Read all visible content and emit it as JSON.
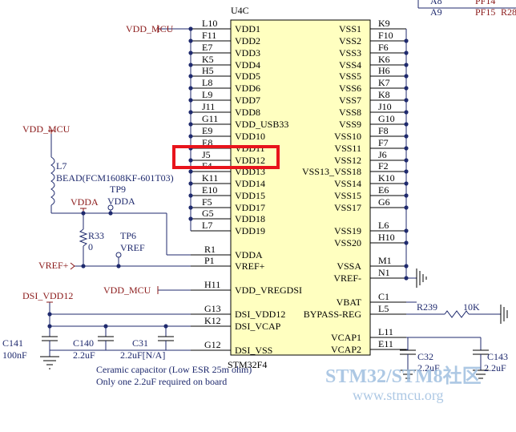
{
  "component": {
    "ref": "U4C",
    "part": "STM32F4",
    "left_pins": [
      {
        "num": "L10",
        "name": "VDD1"
      },
      {
        "num": "F11",
        "name": "VDD2"
      },
      {
        "num": "E7",
        "name": "VDD3"
      },
      {
        "num": "K5",
        "name": "VDD4"
      },
      {
        "num": "H5",
        "name": "VDD5"
      },
      {
        "num": "L8",
        "name": "VDD6"
      },
      {
        "num": "L9",
        "name": "VDD7"
      },
      {
        "num": "J11",
        "name": "VDD8"
      },
      {
        "num": "G11",
        "name": "VDD_USB33"
      },
      {
        "num": "E9",
        "name": "VDD10"
      },
      {
        "num": "E8",
        "name": "VDD11"
      },
      {
        "num": "J5",
        "name": "VDD12"
      },
      {
        "num": "F4",
        "name": "VDD13"
      },
      {
        "num": "K11",
        "name": "VDD14"
      },
      {
        "num": "E10",
        "name": "VDD15"
      },
      {
        "num": "F5",
        "name": "VDD17"
      },
      {
        "num": "G5",
        "name": "VDD18"
      },
      {
        "num": "L7",
        "name": "VDD19"
      }
    ],
    "left_pins_lower": [
      {
        "num": "R1",
        "name": "VDDA"
      },
      {
        "num": "P1",
        "name": "VREF+"
      },
      {
        "num": "H11",
        "name": "VDD_VREGDSI"
      },
      {
        "num": "G13",
        "name": "DSI_VDD12"
      },
      {
        "num": "K12",
        "name": "DSI_VCAP"
      },
      {
        "num": "G12",
        "name": "DSI_VSS"
      }
    ],
    "right_pins": [
      {
        "num": "K9",
        "name": "VSS1"
      },
      {
        "num": "F10",
        "name": "VSS2"
      },
      {
        "num": "F6",
        "name": "VSS3"
      },
      {
        "num": "K6",
        "name": "VSS4"
      },
      {
        "num": "H6",
        "name": "VSS5"
      },
      {
        "num": "K7",
        "name": "VSS6"
      },
      {
        "num": "K8",
        "name": "VSS7"
      },
      {
        "num": "J10",
        "name": "VSS8"
      },
      {
        "num": "G10",
        "name": "VSS9"
      },
      {
        "num": "F8",
        "name": "VSS10"
      },
      {
        "num": "F7",
        "name": "VSS11"
      },
      {
        "num": "J6",
        "name": "VSS12"
      },
      {
        "num": "F2",
        "name": "VSS13_VSS18"
      },
      {
        "num": "K10",
        "name": "VSS14"
      },
      {
        "num": "E6",
        "name": "VSS15"
      },
      {
        "num": "G6",
        "name": "VSS17"
      },
      {
        "num": "L6",
        "name": "VSS19"
      },
      {
        "num": "H10",
        "name": "VSS20"
      },
      {
        "num": "M1",
        "name": "VSSA"
      },
      {
        "num": "N1",
        "name": "VREF-"
      },
      {
        "num": "C1",
        "name": "VBAT"
      },
      {
        "num": "L5",
        "name": "BYPASS-REG"
      },
      {
        "num": "L11",
        "name": "VCAP1"
      },
      {
        "num": "E11",
        "name": "VCAP2"
      }
    ]
  },
  "top_right": [
    {
      "ref": "A8",
      "net": "PF14"
    },
    {
      "ref": "A9",
      "net": "PF15"
    },
    {
      "ref": "",
      "net": "R28"
    }
  ],
  "nets": {
    "vdd_mcu_top": "VDD_MCU",
    "vdd_mcu_left": "VDD_MCU",
    "vdd_mcu_vreg": "VDD_MCU",
    "vdda": "VDDA",
    "vref_plus": "VREF+",
    "dsi_vdd12": "DSI_VDD12"
  },
  "parts": {
    "l7_ref": "L7",
    "l7_value": "BEAD(FCM1608KF-601T03)",
    "tp9_ref": "TP9",
    "tp9_value": "VDDA",
    "tp6_ref": "TP6",
    "tp6_value": "VREF",
    "r33_ref": "R33",
    "r33_value": "0",
    "r239_ref": "R239",
    "r239_value": "10K",
    "c141_ref": "C141",
    "c141_value": "100nF",
    "c140_ref": "C140",
    "c140_value": "2.2uF",
    "c31_ref": "C31",
    "c31_value": "2.2uF[N/A]",
    "c32_ref": "C32",
    "c32_value": "2.2uF",
    "c143_ref": "C143",
    "c143_value": "2.2uF"
  },
  "notes": {
    "line1": "Ceramic capacitor (Low ESR 25m ohm)",
    "line2": "Only one 2.2uF required on board"
  },
  "watermark": {
    "line1": "STM32/STM8社区",
    "line2": "www.stmcu.org"
  },
  "colors": {
    "wire": "#1f2a6e",
    "component_body": "#ffffc0",
    "net_label": "#8b1a1a",
    "highlight": "#e8141c",
    "watermark": "#9fbfe0"
  }
}
